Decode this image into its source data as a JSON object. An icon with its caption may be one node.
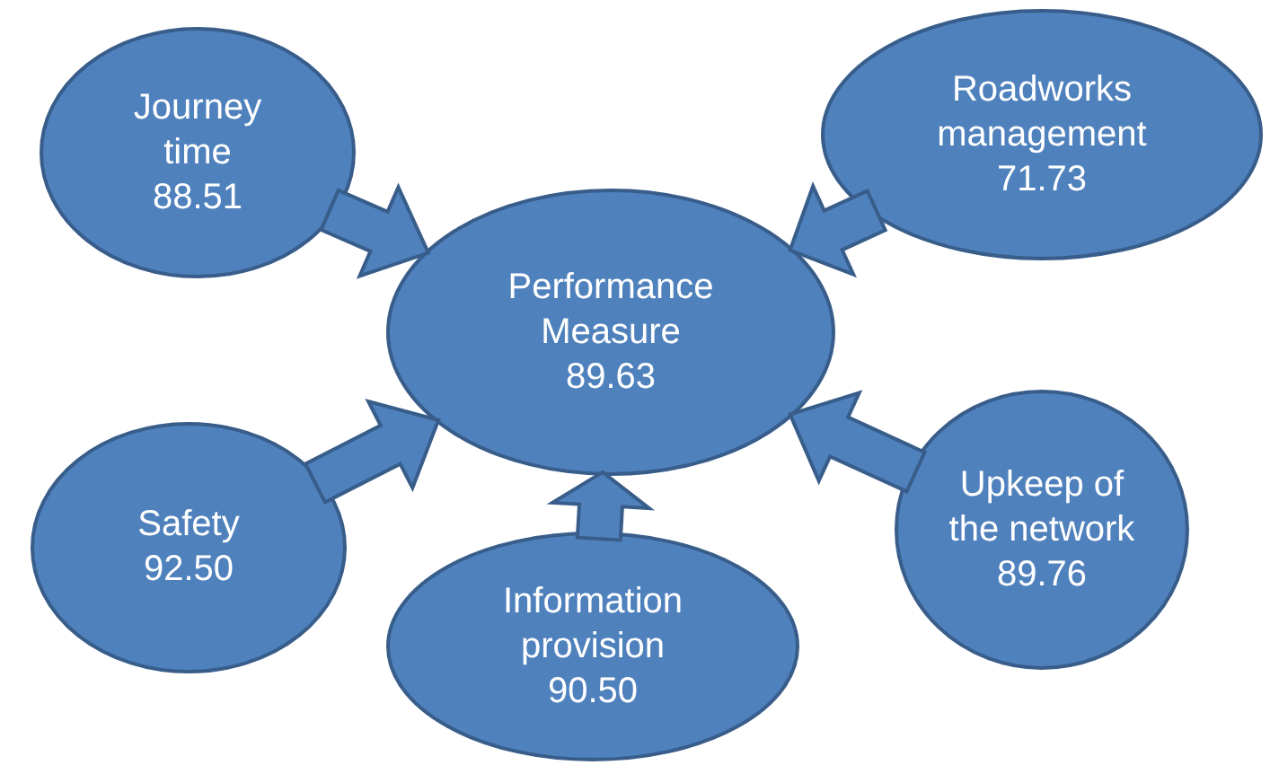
{
  "diagram": {
    "nodes": [
      {
        "text": [
          "Performance Measure",
          "89.63"
        ]
      },
      {
        "text": [
          "Journey time",
          "88.51"
        ]
      },
      {
        "text": [
          "Roadworks management",
          "71.73"
        ]
      },
      {
        "text": [
          "Safety",
          "92.50"
        ]
      },
      {
        "text": [
          "Information provision",
          "90.50"
        ]
      },
      {
        "text": [
          "Upkeep of the network",
          "89.76"
        ]
      }
    ],
    "edges": [
      {
        "from": 1,
        "to": 0,
        "arrow": "to"
      },
      {
        "from": 2,
        "to": 0,
        "arrow": "to"
      },
      {
        "from": 3,
        "to": 0,
        "arrow": "to"
      },
      {
        "from": 4,
        "to": 0,
        "arrow": "to"
      },
      {
        "from": 5,
        "to": 0,
        "arrow": "to"
      }
    ]
  }
}
